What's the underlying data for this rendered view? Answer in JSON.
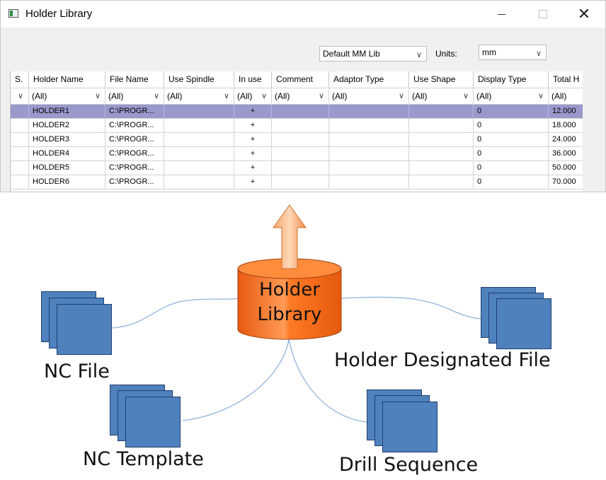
{
  "window": {
    "title": "Holder Library",
    "minimize_icon": "minimize-icon",
    "maximize_icon": "maximize-icon",
    "close_icon": "close-icon",
    "close_glyph": "✕"
  },
  "toolbar": {
    "library_selected": "Default MM Lib",
    "units_label": "Units:",
    "units_selected": "mm"
  },
  "grid": {
    "columns": [
      "S.",
      "Holder Name",
      "File Name",
      "Use Spindle",
      "In use",
      "Comment",
      "Adaptor Type",
      "Use Shape",
      "Display Type",
      "Total H"
    ],
    "filters": [
      "",
      "(All)",
      "(All)",
      "(All)",
      "(All)",
      "(All)",
      "(All)",
      "(All)",
      "(All)",
      "(All)"
    ],
    "rows": [
      {
        "holder": "HOLDER1",
        "file": "C:\\PROGR...",
        "in_use": "+",
        "display_type": "0",
        "total": "12.000",
        "selected": true
      },
      {
        "holder": "HOLDER2",
        "file": "C:\\PROGR...",
        "in_use": "+",
        "display_type": "0",
        "total": "18.000",
        "selected": false
      },
      {
        "holder": "HOLDER3",
        "file": "C:\\PROGR...",
        "in_use": "+",
        "display_type": "0",
        "total": "24.000",
        "selected": false
      },
      {
        "holder": "HOLDER4",
        "file": "C:\\PROGR...",
        "in_use": "+",
        "display_type": "0",
        "total": "36.000",
        "selected": false
      },
      {
        "holder": "HOLDER5",
        "file": "C:\\PROGR...",
        "in_use": "+",
        "display_type": "0",
        "total": "50.000",
        "selected": false
      },
      {
        "holder": "HOLDER6",
        "file": "C:\\PROGR...",
        "in_use": "+",
        "display_type": "0",
        "total": "70.000",
        "selected": false
      }
    ],
    "selected_color": "#9999cc"
  },
  "diagram": {
    "center_line1": "Holder",
    "center_line2": "Library",
    "nc_file": "NC File",
    "nc_template": "NC Template",
    "holder_designated_file": "Holder Designated File",
    "drill_sequence": "Drill Sequence",
    "cylinder_color": "#ff7a26",
    "arrow_color": "#f6b07a",
    "file_color": "#4f81bd"
  }
}
